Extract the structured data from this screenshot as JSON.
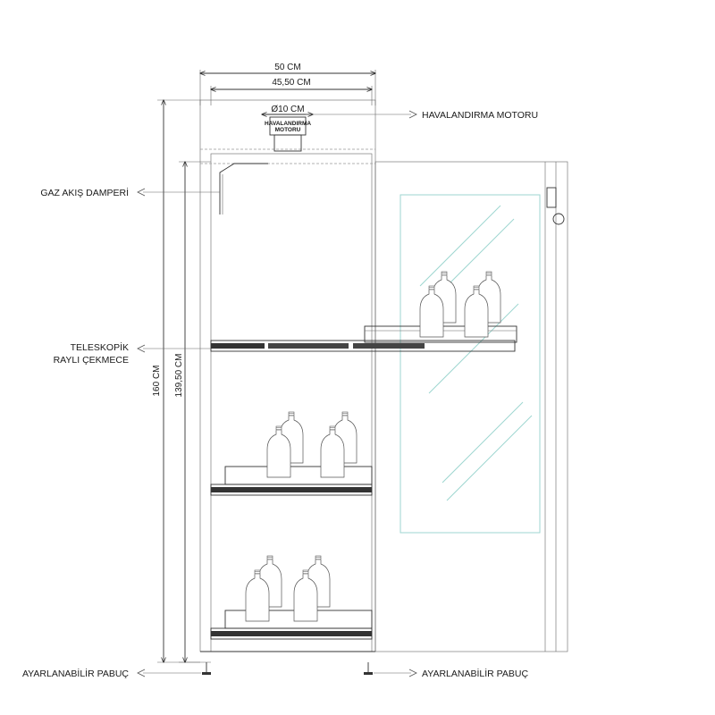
{
  "dimensions": {
    "outer_width": "50 CM",
    "inner_width": "45,50 CM",
    "outer_height": "160 CM",
    "inner_height": "139,50 CM",
    "duct_diameter": "Ø10 CM"
  },
  "motor_box": {
    "line1": "HAVALANDIRMA",
    "line2": "MOTORU"
  },
  "callouts": {
    "ventilation_motor": "HAVALANDIRMA MOTORU",
    "gas_damper": "GAZ AKIŞ DAMPERİ",
    "drawer_line1": "TELESKOPİK",
    "drawer_line2": "RAYLI ÇEKMECE",
    "foot_left": "AYARLANABİLİR PABUÇ",
    "foot_right": "AYARLANABİLİR PABUÇ"
  },
  "shelves": [
    {
      "name": "top-drawer",
      "state": "extended"
    },
    {
      "name": "middle-drawer",
      "state": "closed"
    },
    {
      "name": "bottom-drawer",
      "state": "closed"
    }
  ]
}
